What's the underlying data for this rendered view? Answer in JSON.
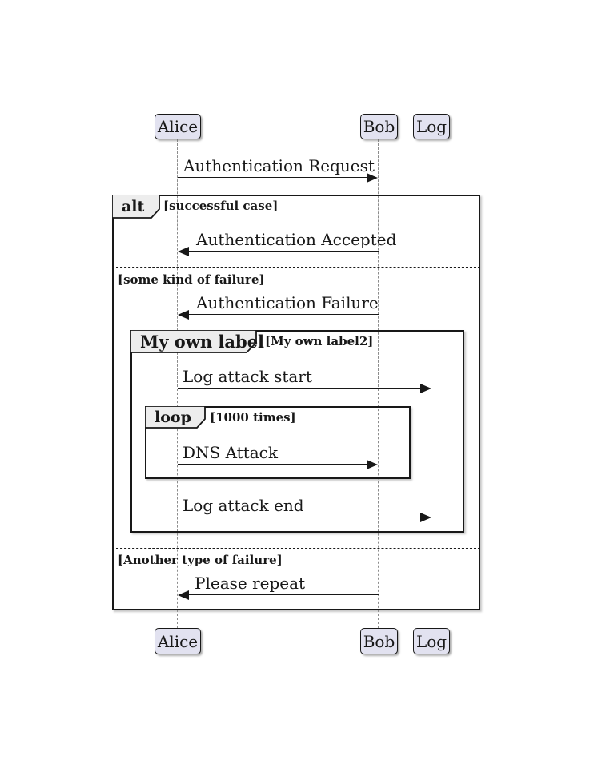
{
  "diagram": {
    "kind": "uml-sequence-diagram",
    "participants": [
      {
        "name": "Alice"
      },
      {
        "name": "Bob"
      },
      {
        "name": "Log"
      }
    ],
    "messages": [
      {
        "label": "Authentication Request",
        "from": "Alice",
        "to": "Bob"
      },
      {
        "label": "Authentication Accepted",
        "from": "Bob",
        "to": "Alice"
      },
      {
        "label": "Authentication Failure",
        "from": "Bob",
        "to": "Alice"
      },
      {
        "label": "Log attack start",
        "from": "Alice",
        "to": "Log"
      },
      {
        "label": "DNS Attack",
        "from": "Alice",
        "to": "Bob"
      },
      {
        "label": "Log attack end",
        "from": "Alice",
        "to": "Log"
      },
      {
        "label": "Please repeat",
        "from": "Bob",
        "to": "Alice"
      }
    ],
    "frames": {
      "alt": {
        "label": "alt",
        "sections": [
          {
            "guard": "[successful case]"
          },
          {
            "guard": "[some kind of failure]"
          },
          {
            "guard": "[Another type of failure]"
          }
        ]
      },
      "group": {
        "label": "My own label",
        "guard": "[My own label2]"
      },
      "loop": {
        "label": "loop",
        "guard": "[1000 times]"
      }
    },
    "colors": {
      "participant_fill": "#E2E2F0",
      "participant_border": "#181818",
      "frame_border": "#181818",
      "frame_label_fill": "#EDEDED",
      "message_line": "#181818",
      "lifeline": "#8C8C8C",
      "background": "#FFFFFF"
    }
  }
}
